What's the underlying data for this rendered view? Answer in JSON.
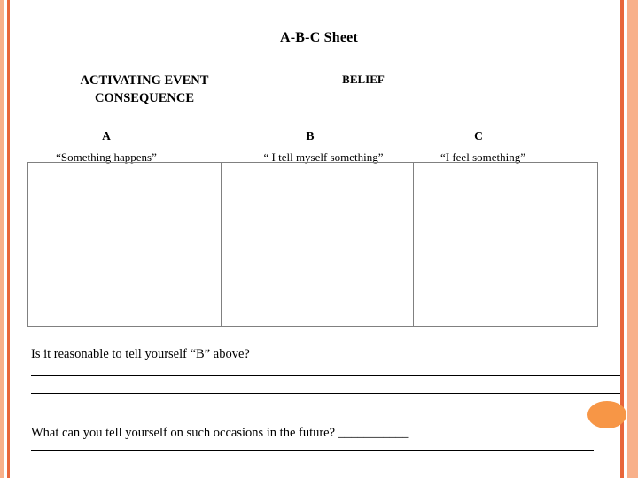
{
  "slide": {
    "title": "A-B-C Sheet",
    "headers": {
      "activating_event": "ACTIVATING EVENT\nCONSEQUENCE",
      "activating_event_line1": "ACTIVATING EVENT",
      "activating_event_line2": "CONSEQUENCE",
      "belief": "BELIEF"
    },
    "columns": [
      {
        "letter": "A",
        "caption": "“Something happens”"
      },
      {
        "letter": "B",
        "caption": "“ I tell myself something”"
      },
      {
        "letter": "C",
        "caption": "“I feel something”"
      }
    ],
    "questions": [
      {
        "text": "Is it reasonable to tell yourself “B” above?"
      },
      {
        "text": "What can you tell yourself on such occasions in the future? ___________"
      }
    ],
    "decor": {
      "accent_color": "#e8663a",
      "accent_light": "#f8b08a",
      "dot_color": "#f79646"
    }
  }
}
